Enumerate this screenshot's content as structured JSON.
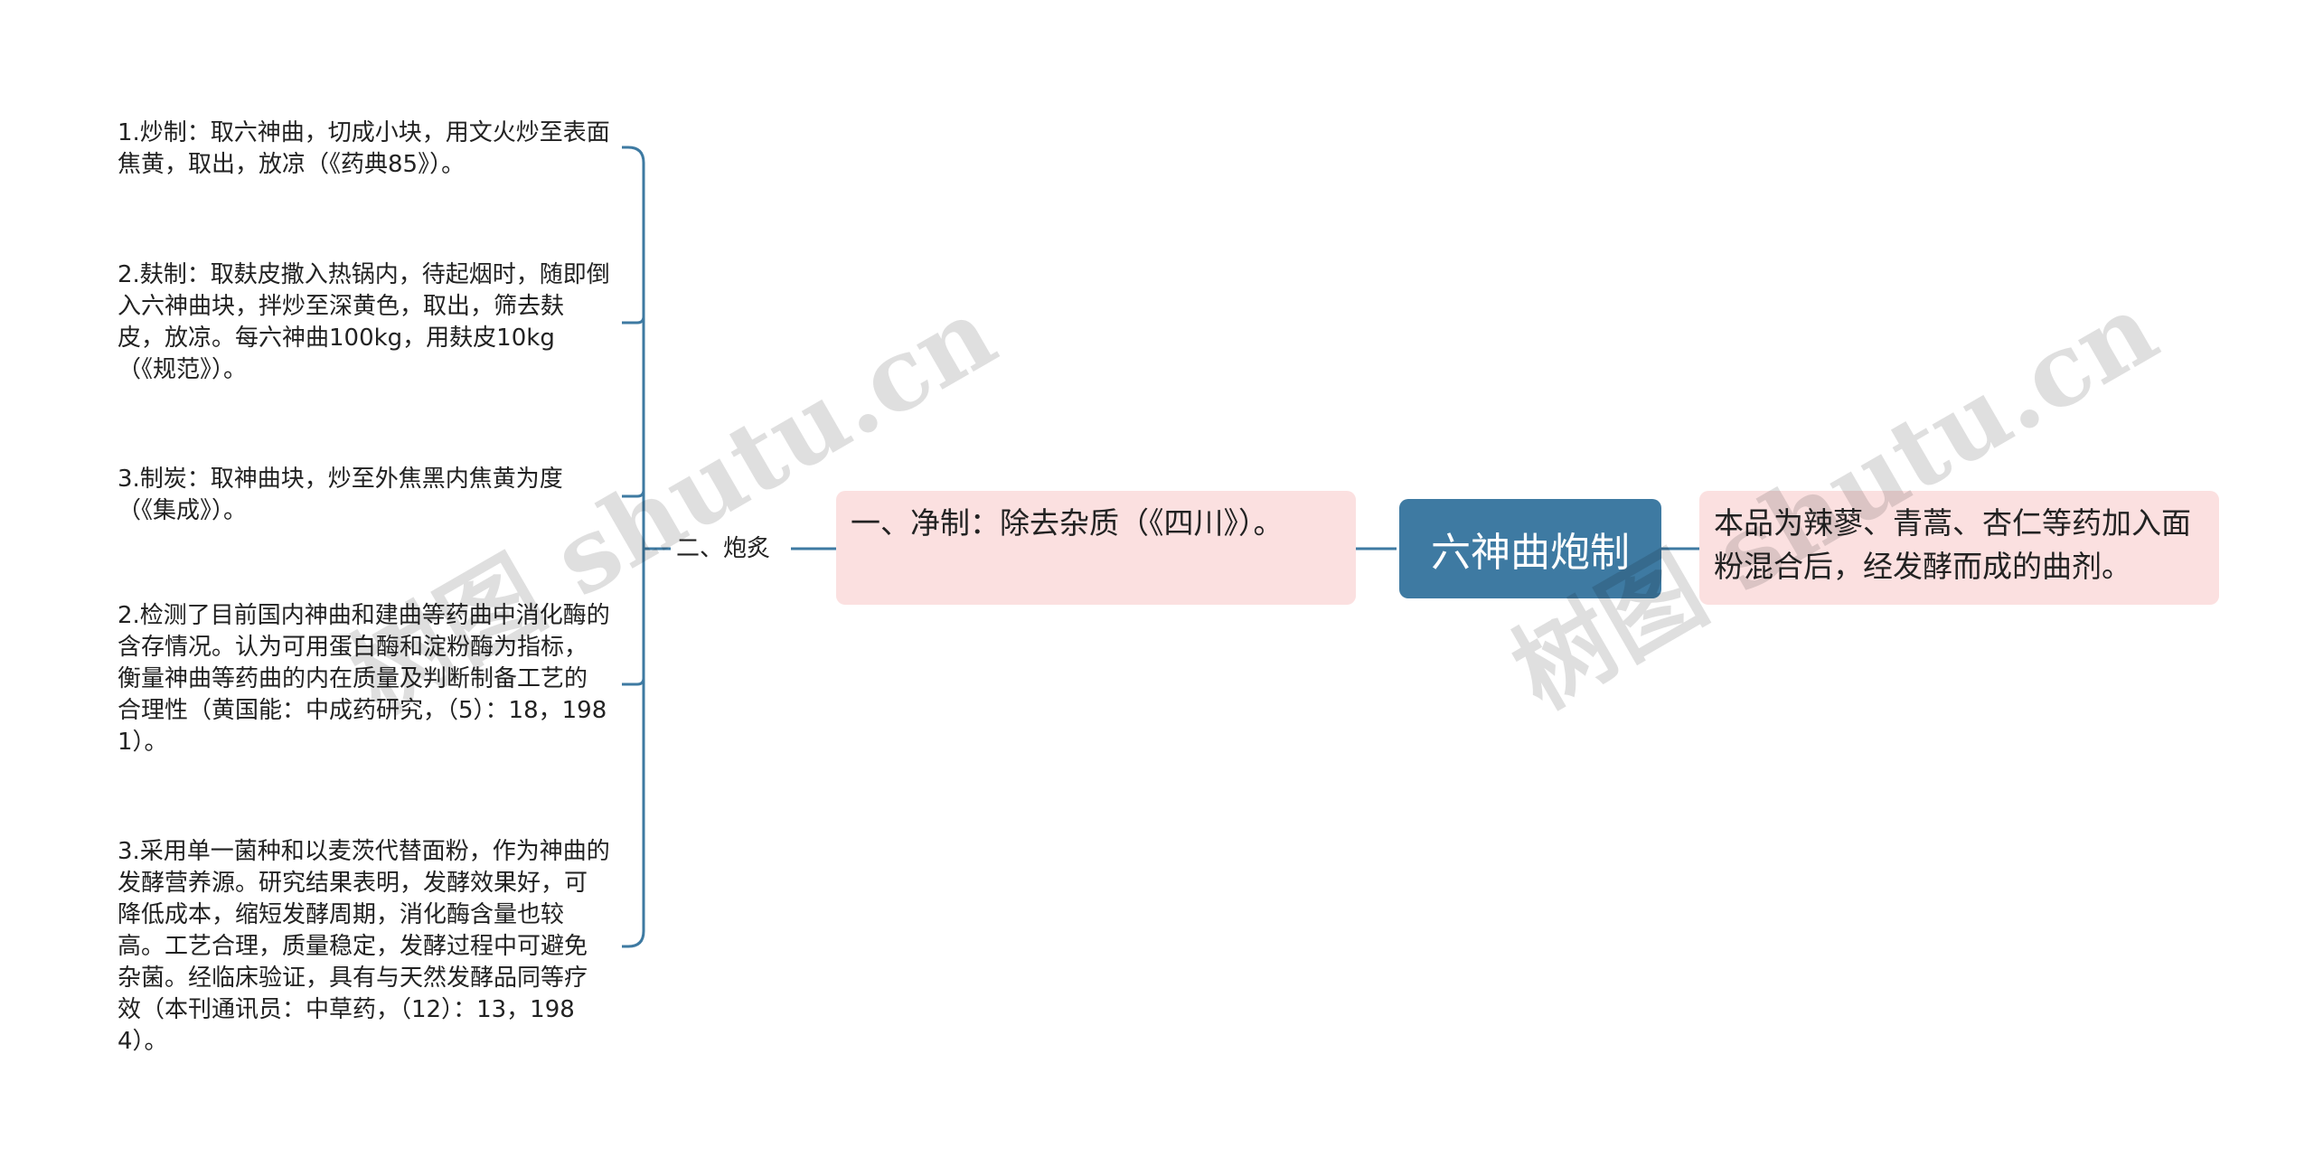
{
  "root": {
    "label": "六神曲炮制"
  },
  "right": {
    "text": "本品为辣蓼、青蒿、杏仁等药加入面粉混合后，经发酵而成的曲剂。"
  },
  "left": {
    "branch1": {
      "text": "一、净制：除去杂质（《四川》）。"
    },
    "branch2": {
      "label": "二、炮炙",
      "leaves": [
        "1.炒制：取六神曲，切成小块，用文火炒至表面焦黄，取出，放凉（《药典85》）。",
        "2.麸制：取麸皮撒入热锅内，待起烟时，随即倒入六神曲块，拌炒至深黄色，取出，筛去麸皮，放凉。每六神曲100kg，用麸皮10kg（《规范》）。",
        "3.制炭：取神曲块，炒至外焦黑内焦黄为度（《集成》）。",
        "2.检测了目前国内神曲和建曲等药曲中消化酶的含存情况。认为可用蛋白酶和淀粉酶为指标，衡量神曲等药曲的内在质量及判断制备工艺的合理性（黄国能：中成药研究，（5）：18，1981）。",
        "3.采用单一菌种和以麦茨代替面粉，作为神曲的发酵营养源。研究结果表明，发酵效果好，可降低成本，缩短发酵周期，消化酶含量也较高。工艺合理，质量稳定，发酵过程中可避免杂菌。经临床验证，具有与天然发酵品同等疗效（本刊通讯员：中草药，（12）：13，1984）。"
      ]
    }
  },
  "watermarks": [
    "树图 shutu.cn",
    "树图 shutu.cn"
  ],
  "colors": {
    "line": "#3e7aa2",
    "root_bg": "#3e7aa2",
    "node_bg": "#fbe0e0"
  }
}
